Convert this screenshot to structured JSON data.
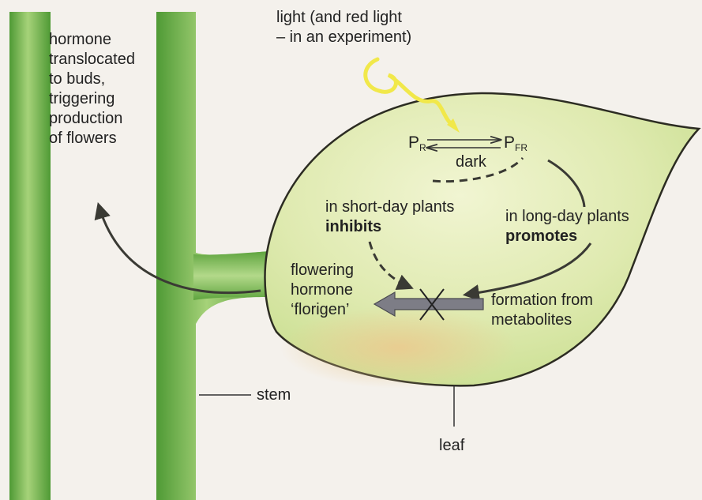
{
  "labels": {
    "light_line1": "light (and red light",
    "light_line2": "– in an experiment)",
    "hormone_line1": "hormone",
    "hormone_line2": "translocated",
    "hormone_line3": "to buds,",
    "hormone_line4": "triggering",
    "hormone_line5": "production",
    "hormone_line6": "of flowers",
    "pr_main": "P",
    "pr_sub": "R",
    "pfr_main": "P",
    "pfr_sub": "FR",
    "dark": "dark",
    "short_day_line1": "in short-day plants",
    "short_day_line2": "inhibits",
    "long_day_line1": "in long-day plants",
    "long_day_line2": "promotes",
    "florigen_line1": "flowering",
    "florigen_line2": "hormone",
    "florigen_line3": "‘florigen’",
    "formation_line1": "formation from",
    "formation_line2": "metabolites",
    "stem": "stem",
    "leaf": "leaf"
  },
  "colors": {
    "stem_green": "#6fb24a",
    "leaf_fill": "#dfeab0",
    "leaf_center": "#eef3cc",
    "leaf_base_tint": "#e9c792",
    "leaf_outline": "#2c2c22",
    "light_wave": "#f1e84a",
    "arrow_dark": "#3a3a34",
    "flow_arrow": "#7d7d86",
    "background": "#f4f1ec"
  }
}
